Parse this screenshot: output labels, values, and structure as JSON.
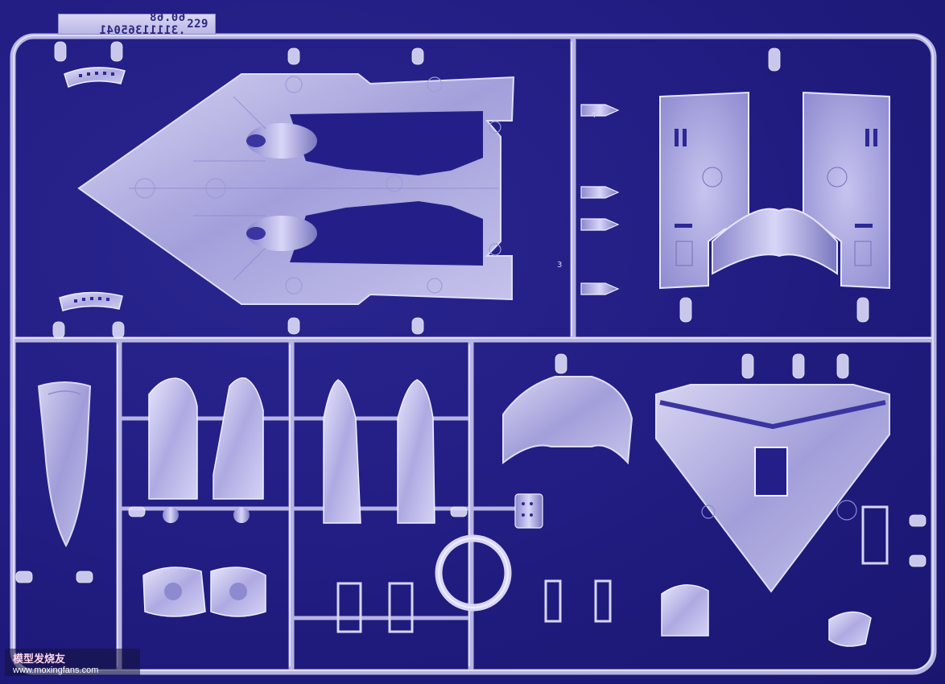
{
  "photo": {
    "subject": "clear plastic model kit sprue",
    "background_color": "#1e1a78",
    "plastic_color": "#c9c6ee"
  },
  "sprue_tag": {
    "mirrored_text": "60.68 .31111365041",
    "number": "229"
  },
  "gate_numbers": {
    "g1": "4",
    "g2": "3"
  },
  "watermark": {
    "brand": "模型发烧友",
    "url": "www.moxingfans.com"
  }
}
